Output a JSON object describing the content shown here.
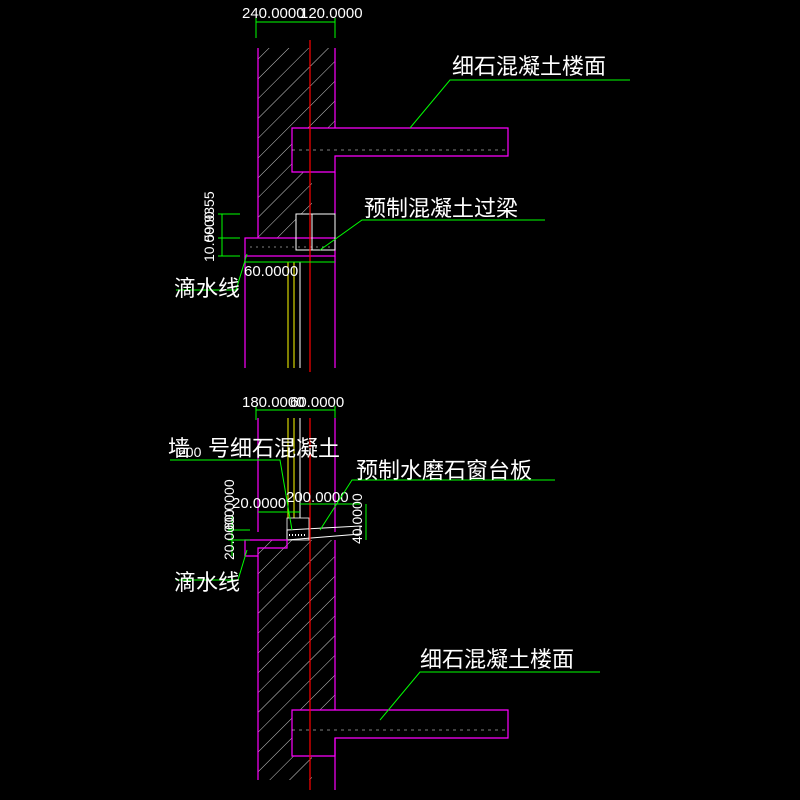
{
  "colors": {
    "background": "#000000",
    "wall": "#ff00ff",
    "centerline": "#ff0000",
    "leader": "#00ff00",
    "hatch": "#ffffff",
    "frame": "#ffff00",
    "text": "#ffffff"
  },
  "upper": {
    "dim_top": "240.0000",
    "dim_top2": "120.0000",
    "floor_label": "细石混凝土楼面",
    "lintel_label": "预制混凝土过梁",
    "dim_side": "10.0000",
    "dim_side2": "59.9355",
    "dim_bottom": "60.0000",
    "drip_label": "滴水线"
  },
  "lower": {
    "dim_top": "180.0000",
    "dim_top2": "60.0000",
    "infill_prefix": "200",
    "infill_label": "号细石混凝土",
    "infill_prefix2": "墙",
    "sill_label": "预制水磨石窗台板",
    "dim_left_small": "20.0000",
    "dim_overhang": "200.0000",
    "dim_right": "40.0000",
    "dim_side": "20.0000",
    "dim_side2": "60.0000",
    "drip_label": "滴水线",
    "floor_label": "细石混凝土楼面"
  }
}
